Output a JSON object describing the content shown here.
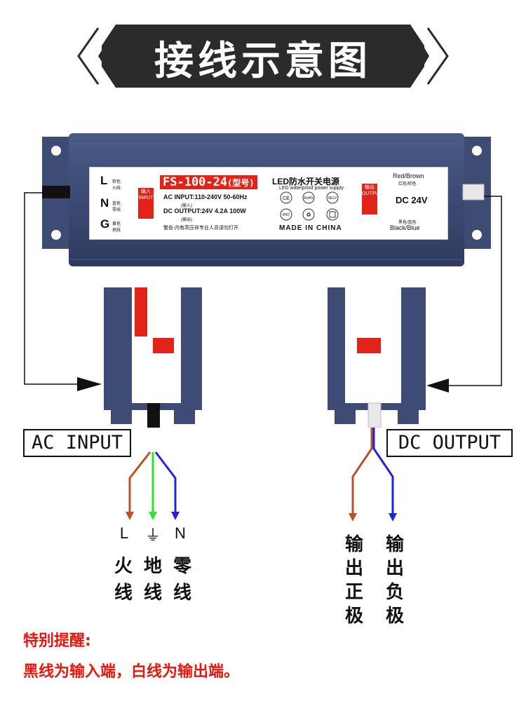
{
  "title": "接线示意图",
  "device": {
    "model_badge": "FS-100-24",
    "model_suffix": "(型号)",
    "product_name": "LED防水开关电源",
    "product_name_en": "LED waterproof power supply",
    "ac_input": "AC  INPUT:110-240V  50-60Hz",
    "ac_input_note": "(输入)",
    "dc_output": "DC OUTPUT:24V  4.2A  100W",
    "dc_output_note": "(输出)",
    "warning": "警告:内有高压非专业人员请勿打开",
    "made_in": "MADE IN CHINA",
    "cert_marks": [
      "CE",
      "RoHS",
      "SELV",
      "IP67",
      "recycle",
      "bin"
    ],
    "input_terminals": [
      {
        "letter": "L",
        "desc": "棕色 火线"
      },
      {
        "letter": "N",
        "desc": "蓝色 零线"
      },
      {
        "letter": "G",
        "desc": "黄色 地线"
      }
    ],
    "input_badge": "输入 INPUT",
    "output_badge": "输出 OUTPUT",
    "output_pos": "Red/Brown",
    "output_pos_cn": "红色/棕色",
    "output_neg": "Black/Blue",
    "output_neg_cn": "黑色/蓝色",
    "output_voltage": "DC 24V"
  },
  "labels": {
    "ac_input": "AC INPUT",
    "dc_output": "DC OUTPUT"
  },
  "wires": {
    "ac": [
      {
        "symbol": "L",
        "name": [
          "火",
          "线"
        ],
        "color": "#b5532a"
      },
      {
        "symbol": "⏚",
        "name": [
          "地",
          "线"
        ],
        "color": "#2ee52e"
      },
      {
        "symbol": "N",
        "name": [
          "零",
          "线"
        ],
        "color": "#2222dd"
      }
    ],
    "dc": [
      {
        "name": [
          "输",
          "出",
          "正",
          "极"
        ],
        "color": "#b5532a"
      },
      {
        "name": [
          "输",
          "出",
          "负",
          "极"
        ],
        "color": "#2222dd"
      }
    ]
  },
  "note": {
    "heading": "特别提醒:",
    "body": "黑线为输入端，白线为输出端。"
  }
}
